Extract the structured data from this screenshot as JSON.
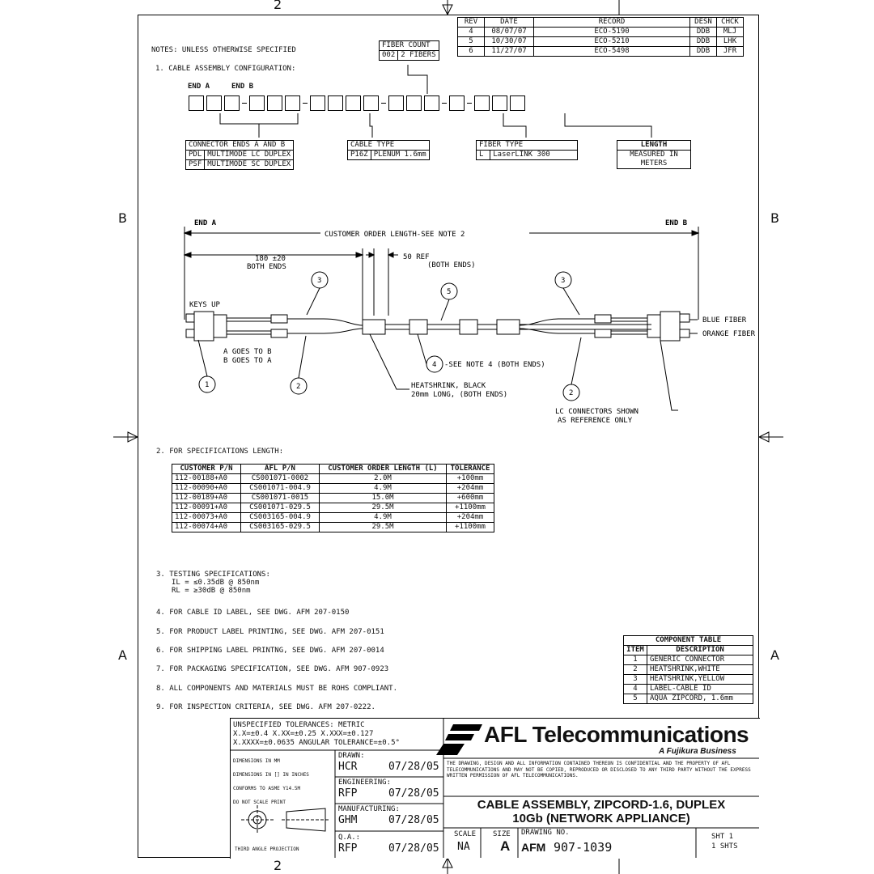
{
  "zones": {
    "top_2": "2",
    "bottom_2": "2",
    "left_b": "B",
    "right_b": "B",
    "left_a": "A",
    "right_a": "A"
  },
  "revisions": {
    "headers": [
      "REV",
      "DATE",
      "RECORD",
      "DESN",
      "CHCK"
    ],
    "rows": [
      [
        "4",
        "08/07/07",
        "ECO-5190",
        "DDB",
        "MLJ"
      ],
      [
        "5",
        "10/30/07",
        "ECO-5210",
        "DDB",
        "LHK"
      ],
      [
        "6",
        "11/27/07",
        "ECO-5498",
        "DDB",
        "JFR"
      ]
    ]
  },
  "notes_header": "NOTES: UNLESS OTHERWISE SPECIFIED",
  "note1": "1. CABLE ASSEMBLY CONFIGURATION:",
  "fiber_count": {
    "title": "FIBER COUNT",
    "code": "002",
    "desc": "2 FIBERS"
  },
  "config": {
    "end_a": "END A",
    "end_b": "END B"
  },
  "connector_table": {
    "title": "CONNECTOR ENDS A AND B",
    "rows": [
      [
        "PDL",
        "MULTIMODE LC DUPLEX"
      ],
      [
        "PSF",
        "MULTIMODE SC DUPLEX"
      ]
    ]
  },
  "cable_type": {
    "title": "CABLE TYPE",
    "code": "P16Z",
    "desc": "PLENUM 1.6mm"
  },
  "fiber_type": {
    "title": "FIBER TYPE",
    "code": "L",
    "desc": "LaserLINK 300"
  },
  "length_box": {
    "title": "LENGTH",
    "desc1": "MEASURED IN",
    "desc2": "METERS"
  },
  "drawing": {
    "end_a": "END A",
    "end_b": "END B",
    "order_length": "CUSTOMER ORDER LENGTH-SEE NOTE 2",
    "dim1_line1": "180 ±20",
    "dim1_line2": "BOTH ENDS",
    "dim2_line1": "50 REF",
    "dim2_line2": "(BOTH ENDS)",
    "keys_up": "KEYS UP",
    "a_to_b": "A GOES TO B",
    "b_to_a": "B GOES TO A",
    "see_note4": "-SEE NOTE 4 (BOTH ENDS)",
    "heatshrink1": "HEATSHRINK, BLACK",
    "heatshrink2": "20mm LONG, (BOTH ENDS)",
    "lc_ref1": "LC CONNECTORS SHOWN",
    "lc_ref2": "AS REFERENCE ONLY",
    "blue": "BLUE FIBER",
    "orange": "ORANGE FIBER",
    "balloons": [
      "1",
      "2",
      "3",
      "3",
      "4",
      "5",
      "2"
    ]
  },
  "note2": "2. FOR SPECIFICATIONS LENGTH:",
  "spec_table": {
    "headers": [
      "CUSTOMER P/N",
      "AFL P/N",
      "CUSTOMER ORDER LENGTH (L)",
      "TOLERANCE"
    ],
    "rows": [
      [
        "112-00188+A0",
        "CS001071-0002",
        "2.0M",
        "+100mm"
      ],
      [
        "112-00090+A0",
        "CS001071-004.9",
        "4.9M",
        "+204mm"
      ],
      [
        "112-00189+A0",
        "CS001071-0015",
        "15.0M",
        "+600mm"
      ],
      [
        "112-00091+A0",
        "CS001071-029.5",
        "29.5M",
        "+1100mm"
      ],
      [
        "112-00073+A0",
        "CS003165-004.9",
        "4.9M",
        "+204mm"
      ],
      [
        "112-00074+A0",
        "CS003165-029.5",
        "29.5M",
        "+1100mm"
      ]
    ]
  },
  "note3": {
    "title": "3. TESTING SPECIFICATIONS:",
    "il": "IL = ≤0.35dB @ 850nm",
    "rl": "RL = ≥30dB @ 850nm"
  },
  "notes_more": [
    "4. FOR CABLE ID LABEL, SEE DWG. AFM 207-0150",
    "5. FOR PRODUCT LABEL PRINTING, SEE DWG. AFM 207-0151",
    "6. FOR SHIPPING LABEL PRINTNG, SEE DWG. AFM 207-0014",
    "7. FOR PACKAGING SPECIFICATION, SEE DWG. AFM 907-0923",
    "8. ALL COMPONENTS AND MATERIALS MUST BE ROHS COMPLIANT.",
    "9. FOR INSPECTION CRITERIA, SEE DWG. AFM 207-0222."
  ],
  "component_table": {
    "title": "COMPONENT TABLE",
    "headers": [
      "ITEM",
      "DESCRIPTION"
    ],
    "rows": [
      [
        "1",
        "GENERIC CONNECTOR"
      ],
      [
        "2",
        "HEATSHRINK,WHITE"
      ],
      [
        "3",
        "HEATSHRINK,YELLOW"
      ],
      [
        "4",
        "LABEL-CABLE ID"
      ],
      [
        "5",
        "AQUA ZIPCORD, 1.6mm"
      ]
    ]
  },
  "title_block": {
    "tol1": "UNSPECIFIED TOLERANCES:  METRIC",
    "tol2": "X.X=±0.4   X.XX=±0.25   X.XXX=±0.127",
    "tol3": "X.XXXX=±0.0635   ANGULAR TOLERANCE=±0.5°",
    "dim_mm": "DIMENSIONS IN MM",
    "dim_in": "DIMENSIONS IN [] IN INCHES",
    "asme": "CONFORMS TO ASME Y14.5M",
    "no_scale": "DO NOT SCALE PRINT",
    "projection": "THIRD ANGLE PROJECTION",
    "drawn_label": "DRAWN:",
    "drawn_by": "HCR",
    "drawn_date": "07/28/05",
    "eng_label": "ENGINEERING:",
    "eng_by": "RFP",
    "eng_date": "07/28/05",
    "mfg_label": "MANUFACTURING:",
    "mfg_by": "GHM",
    "mfg_date": "07/28/05",
    "qa_label": "Q.A.:",
    "qa_by": "RFP",
    "qa_date": "07/28/05",
    "company": "AFL Telecommunications",
    "company_sub": "A Fujikura Business",
    "confidential": "THE DRAWING, DESIGN AND ALL INFORMATION CONTAINED THEREON IS CONFIDENTIAL AND THE PROPERTY OF AFL TELECOMMUNICATIONS AND MAY NOT BE COPIED, REPRODUCED OR DISCLOSED TO ANY THIRD PARTY WITHOUT THE EXPRESS WRITTEN PERMISSION OF AFL TELECOMMUNICATIONS.",
    "title1": "CABLE ASSEMBLY, ZIPCORD-1.6, DUPLEX",
    "title2": "10Gb (NETWORK APPLIANCE)",
    "scale_label": "SCALE",
    "scale": "NA",
    "size_label": "SIZE",
    "size": "A",
    "dwg_label": "DRAWING NO.",
    "dwg_prefix": "AFM",
    "dwg_no": "907-1039",
    "sht_label": "SHT 1",
    "shts": "1 SHTS"
  }
}
